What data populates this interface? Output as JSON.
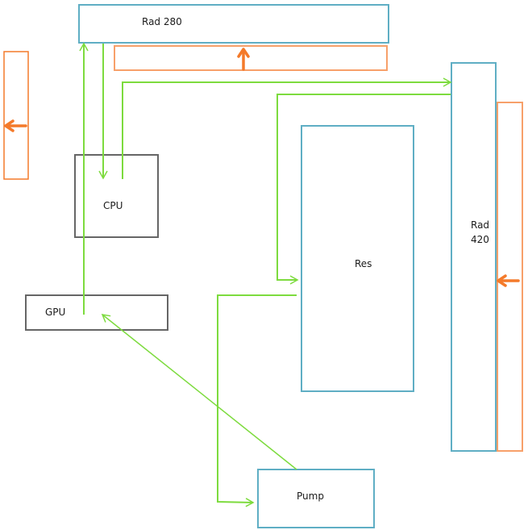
{
  "diagram": {
    "colors": {
      "radiator": "#5faec4",
      "fan": "#f7a06a",
      "airflow_arrow": "#f47a2a",
      "component": "#666666",
      "tubing": "#7ddb3e"
    },
    "nodes": {
      "rad280": {
        "label": "Rad 280"
      },
      "rad420": {
        "label_line1": "Rad",
        "label_line2": "420"
      },
      "cpu": {
        "label": "CPU"
      },
      "gpu": {
        "label": "GPU"
      },
      "res": {
        "label": "Res"
      },
      "pump": {
        "label": "Pump"
      }
    },
    "airflow": [
      {
        "fan": "top-fan",
        "direction": "up"
      },
      {
        "fan": "left-fan",
        "direction": "left"
      },
      {
        "fan": "right-fan",
        "direction": "left"
      }
    ],
    "loop": [
      {
        "from": "gpu",
        "to": "rad280"
      },
      {
        "from": "rad280",
        "to": "cpu"
      },
      {
        "from": "cpu",
        "to": "rad420"
      },
      {
        "from": "rad420",
        "to": "res"
      },
      {
        "from": "res",
        "to": "pump"
      },
      {
        "from": "pump",
        "to": "gpu"
      }
    ]
  }
}
